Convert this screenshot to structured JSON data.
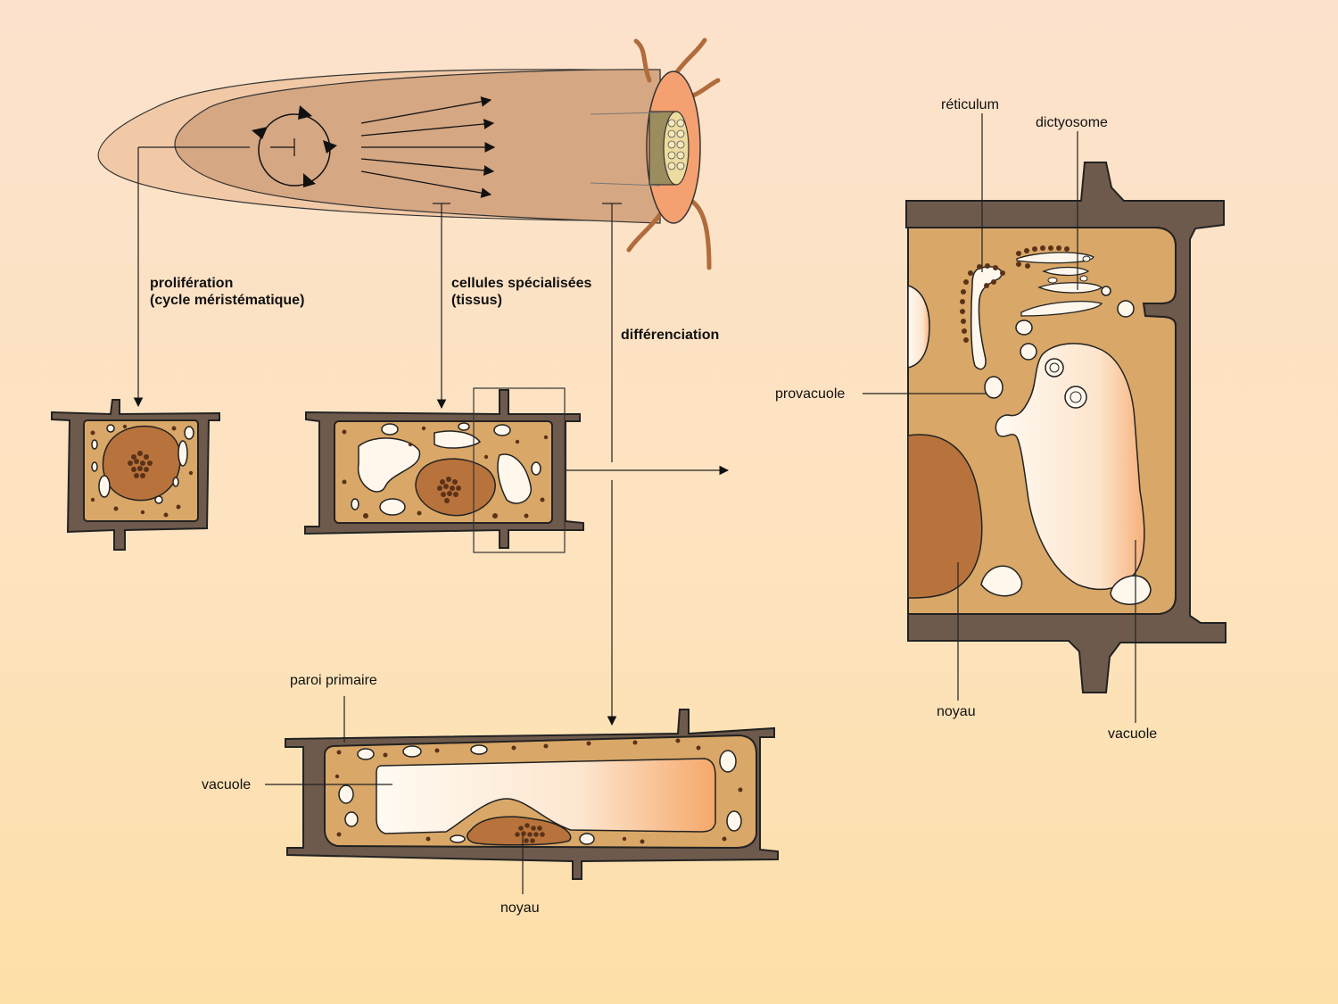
{
  "labels": {
    "proliferation_l1": "prolifération",
    "proliferation_l2": "(cycle méristématique)",
    "specialized_l1": "cellules spécialisées",
    "specialized_l2": "(tissus)",
    "differentiation": "différenciation",
    "paroi_primaire": "paroi primaire",
    "vacuole_bottom": "vacuole",
    "noyau_bottom": "noyau",
    "reticulum": "réticulum",
    "dictyosome": "dictyosome",
    "provacuole": "provacuole",
    "noyau_right": "noyau",
    "vacuole_right": "vacuole"
  },
  "colors": {
    "background_top": "#fce2cc",
    "background_bottom": "#fddfa8",
    "root_tip": "#d6a783",
    "root_cap": "#f1c9a6",
    "cell_wall": "#6e5a4c",
    "cytoplasm": "#d9a767",
    "nucleus": "#b8733c",
    "vacuole": "#fff7ec",
    "stele_cortex": "#f5a070"
  }
}
